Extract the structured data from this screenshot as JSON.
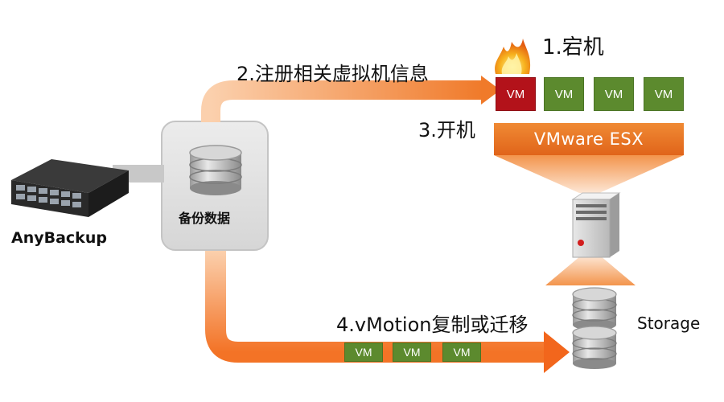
{
  "labels": {
    "step1": "1.宕机",
    "step2": "2.注册相关虚拟机信息",
    "step3": "3.开机",
    "step4": "4.vMotion复制或迁移",
    "anybackup": "AnyBackup",
    "backup_data": "备份数据",
    "storage": "Storage",
    "esx": "VMware ESX"
  },
  "top_vms": [
    {
      "label": "VM",
      "state": "down"
    },
    {
      "label": "VM",
      "state": "ok"
    },
    {
      "label": "VM",
      "state": "ok"
    },
    {
      "label": "VM",
      "state": "ok"
    }
  ],
  "bottom_vms": [
    {
      "label": "VM"
    },
    {
      "label": "VM"
    },
    {
      "label": "VM"
    }
  ],
  "colors": {
    "arrow_orange": "#f07a2a",
    "vm_green": "#5c8a2e",
    "vm_red": "#b3121a",
    "esx_bar": "#e8711f"
  }
}
